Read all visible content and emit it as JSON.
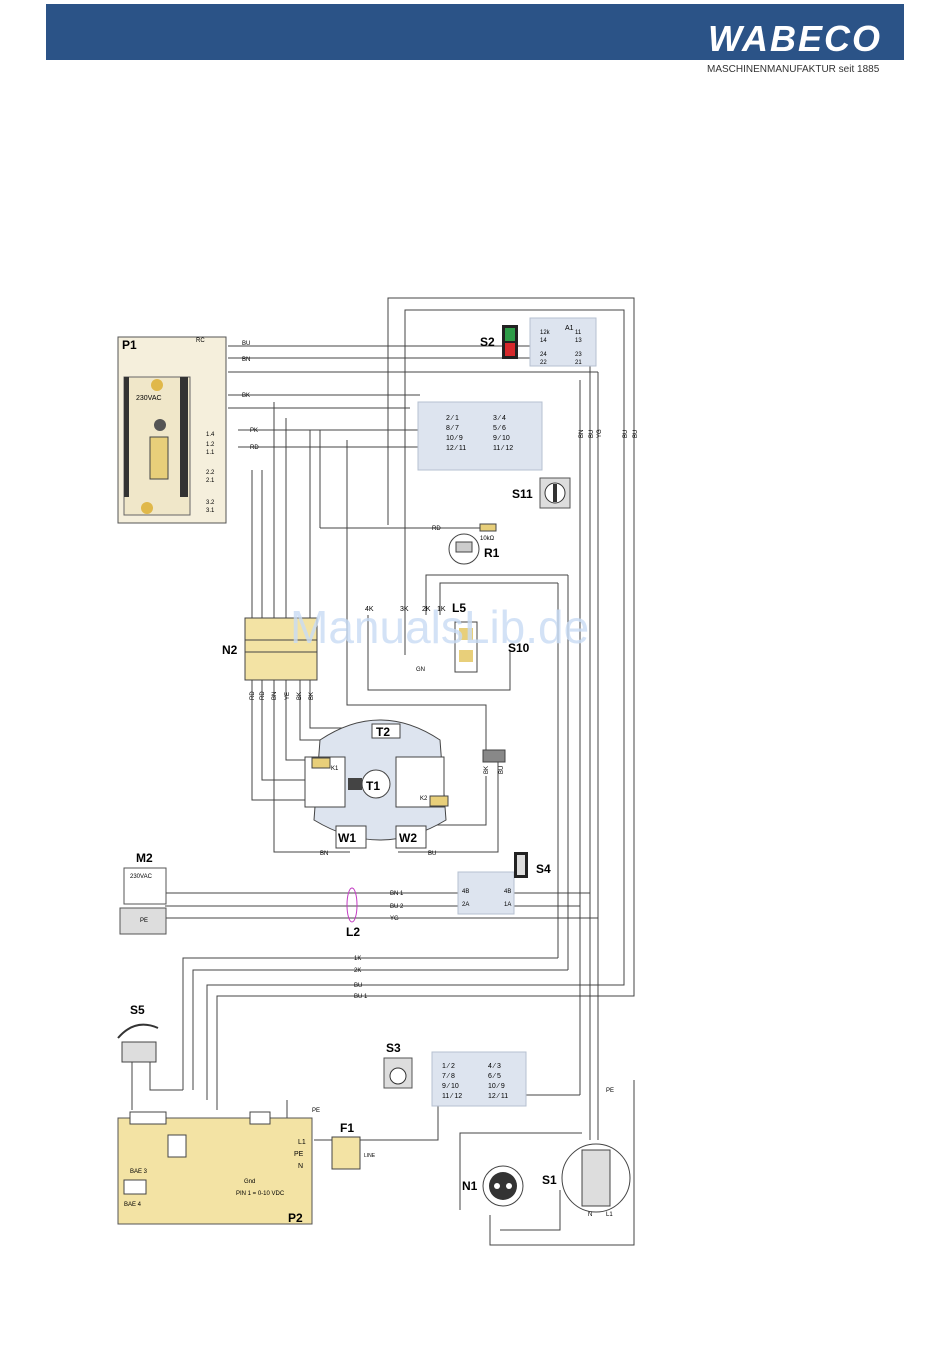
{
  "header": {
    "brand": "WABECO",
    "tagline": "MASCHINENMANUFAKTUR seit 1885",
    "color": "#2b5387"
  },
  "watermark": "ManualsLib.de",
  "components": {
    "p1": "P1",
    "p2": "P2",
    "s1": "S1",
    "s2": "S2",
    "s3": "S3",
    "s4": "S4",
    "s5": "S5",
    "s10": "S10",
    "s11": "S11",
    "r1": "R1",
    "l5": "L5",
    "n1": "N1",
    "n2": "N2",
    "t1": "T1",
    "t2": "T2",
    "w1": "W1",
    "w2": "W2",
    "m2": "M2",
    "l2": "L2",
    "f1": "F1"
  },
  "labels": {
    "vac1": "230VAC",
    "vac2": "230VAC",
    "rc": "RC",
    "bu": "BU",
    "bn": "BN",
    "bk": "BK",
    "pk": "PK",
    "rd": "RD",
    "gn": "GN",
    "ye": "YE",
    "yg": "YG",
    "resistor": "10kΩ",
    "bn1": "BN 1",
    "bu2": "BU 2",
    "k1": "1K",
    "k2": "2K",
    "k3": "3K",
    "k4": "4K",
    "bu1": "BU 1",
    "line": "LINE",
    "pe": "PE",
    "n": "N",
    "l1": "L1",
    "bae3": "BAE 3",
    "bae4": "BAE 4",
    "gnd": "Gnd",
    "pin": "PIN 1 = 0-10 VDC",
    "a1": "A1",
    "t_11": "1.1",
    "t_12": "1.2",
    "t_14": "1.4",
    "t_21": "2.1",
    "t_22": "2.2",
    "t_31": "3.1",
    "t_32": "3.2",
    "kn1": "K1",
    "kn2": "K2",
    "s4_4b": "4B",
    "s4_2a": "2A",
    "s4_1a": "1A",
    "s2_12k": "12k",
    "s2_14": "14",
    "s2_11": "11",
    "s2_13": "13",
    "s2_24": "24",
    "s2_22": "22",
    "s2_23": "23",
    "s2_21": "21",
    "sw_a": "2 ⁄ 1",
    "sw_b": "3 ⁄ 4",
    "sw_c": "8 ⁄ 7",
    "sw_d": "5 ⁄ 6",
    "sw_e": "10 ⁄ 9",
    "sw_f": "9 ⁄ 10",
    "sw_g": "12 ⁄ 11",
    "sw_h": "11 ⁄ 12",
    "s3_a": "1 ⁄ 2",
    "s3_b": "4 ⁄ 3",
    "s3_c": "7 ⁄ 8",
    "s3_d": "6 ⁄ 5",
    "s3_e": "9 ⁄ 10",
    "s3_f": "10 ⁄ 9",
    "s3_g": "11 ⁄ 12",
    "s3_h": "12 ⁄ 11"
  },
  "colors": {
    "wire": "#444444",
    "p1_fill": "#f5efdc",
    "p2_fill": "#f3e3a4",
    "panel": "#dde4ef",
    "watermark": "#c9dcf5"
  }
}
